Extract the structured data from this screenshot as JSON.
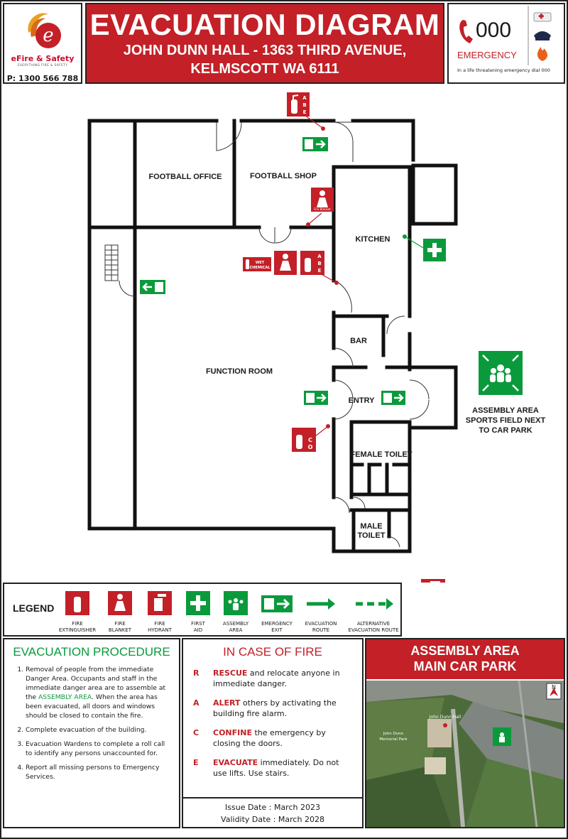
{
  "header": {
    "logo_brand": "eFire & Safety",
    "logo_tagline": "EVERYTHING FIRE & SAFETY",
    "logo_phone": "P: 1300 566 788",
    "title": "EVACUATION DIAGRAM",
    "address_line1": "JOHN DUNN HALL - 1363 THIRD AVENUE,",
    "address_line2": "KELMSCOTT WA 6111",
    "emergency_number": "000",
    "emergency_label": "EMERGENCY",
    "emergency_note": "In a life threatening emergency dial 000"
  },
  "floorplan": {
    "rooms": {
      "football_office": "FOOTBALL OFFICE",
      "football_shop": "FOOTBALL SHOP",
      "kitchen": "KITCHEN",
      "bar": "BAR",
      "function_room": "FUNCTION ROOM",
      "entry": "ENTRY",
      "female_toilet": "FEMALE TOILET",
      "male_toilet_1": "MALE",
      "male_toilet_2": "TOILET"
    },
    "assembly_area_line1": "ASSEMBLY AREA",
    "assembly_area_line2": "SPORTS FIELD NEXT",
    "assembly_area_line3": "TO CAR PARK",
    "extinguisher_abe": "ABE",
    "extinguisher_co2": "CO₂",
    "fire_blanket_text": "Fire Blanket",
    "wet_chemical_line1": "WET",
    "wet_chemical_line2": "CHEMICAL"
  },
  "legend": {
    "title": "LEGEND",
    "items": [
      {
        "line1": "FIRE",
        "line2": "EXTINGUISHER"
      },
      {
        "line1": "FIRE",
        "line2": "BLANKET"
      },
      {
        "line1": "FIRE",
        "line2": "HYDRANT"
      },
      {
        "line1": "FIRST",
        "line2": "AID"
      },
      {
        "line1": "ASSEMBLY",
        "line2": "AREA"
      },
      {
        "line1": "EMERGENCY",
        "line2": "EXIT"
      },
      {
        "line1": "EVACUATION",
        "line2": "ROUTE"
      },
      {
        "line1": "ALTERNATIVE",
        "line2": "EVACUATION ROUTE"
      }
    ]
  },
  "procedure": {
    "title": "EVACUATION PROCEDURE",
    "step1_a": "Removal of people from the immediate Danger Area. Occupants and staff in the immediate danger area are to assemble at the ",
    "step1_highlight": "ASSEMBLY AREA",
    "step1_b": ". When the area has been evacuated, all doors and windows should be closed to contain the fire.",
    "step2": "Complete evacuation of the building.",
    "step3": "Evacuation Wardens to complete a roll call to identify any persons unaccounted for.",
    "step4": "Report all missing persons to Emergency Services."
  },
  "in_case_of_fire": {
    "title": "IN CASE OF FIRE",
    "items": [
      {
        "letter": "R",
        "keyword": "RESCUE",
        "text": " and relocate anyone in immediate danger."
      },
      {
        "letter": "A",
        "keyword": "ALERT",
        "text": " others by activating the building fire alarm."
      },
      {
        "letter": "C",
        "keyword": "CONFINE",
        "text": " the emergency by closing the doors."
      },
      {
        "letter": "E",
        "keyword": "EVACUATE",
        "text": " immediately. Do not use lifts. Use stairs."
      }
    ],
    "issue_date": "Issue Date : March 2023",
    "validity_date": "Validity Date : March 2028"
  },
  "assembly_panel": {
    "line1": "ASSEMBLY AREA",
    "line2": "MAIN CAR PARK",
    "map_label_hall": "John Dunn Hall",
    "map_label_park1": "John Dunn",
    "map_label_park2": "Memorial Park",
    "north": "N"
  },
  "colors": {
    "red": "#c32027",
    "green": "#0a9a3c",
    "wall": "#111111"
  }
}
